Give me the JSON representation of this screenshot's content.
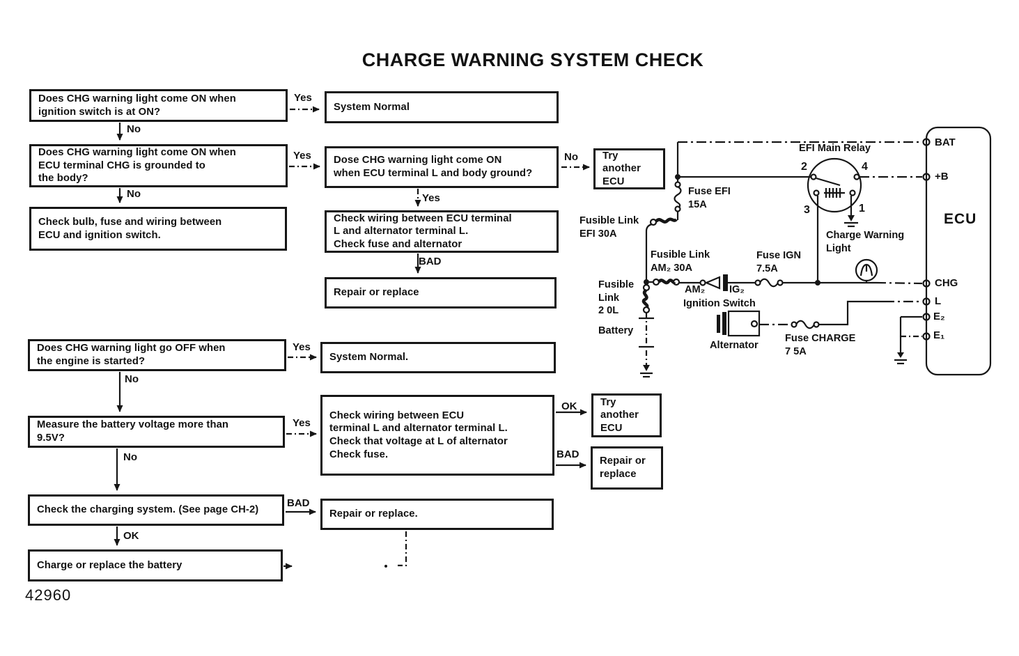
{
  "title": "CHARGE WARNING SYSTEM CHECK",
  "figure_number": "42960",
  "connector_labels": {
    "yes": "Yes",
    "no": "No",
    "ok": "OK",
    "bad": "BAD"
  },
  "flowchart": {
    "q_light_on_ignition": "Does CHG warning light come ON when\nignition switch is at ON?",
    "system_normal_1": "System Normal",
    "q_light_on_grounded": "Does CHG warning light come ON when\nECU terminal CHG is grounded to\nthe body?",
    "q_light_on_terminal_l": "Dose CHG warning light come ON\nwhen ECU terminal L and body ground?",
    "try_another_ecu_1": "Try another\nECU",
    "check_bulb_fuse_wiring": "Check bulb, fuse and wiring between\nECU and ignition switch.",
    "check_wiring_ecu_alt": "Check wiring between ECU terminal\nL and alternator terminal L.\nCheck fuse and alternator",
    "repair_or_replace_1": "Repair or replace",
    "q_light_off_started": "Does CHG warning light go OFF when\nthe engine is started?",
    "system_normal_2": "System Normal.",
    "q_battery_voltage": "Measure the battery voltage more than\n9.5V?",
    "check_wiring_voltage": "Check wiring between ECU\nterminal L and alternator terminal L.\nCheck that voltage at L of alternator\nCheck fuse.",
    "try_another_ecu_2": "Try another\nECU",
    "repair_or_replace_2": "Repair or\nreplace",
    "check_charging_system": "Check the charging system. (See page CH-2)",
    "repair_or_replace_3": "Repair or replace.",
    "charge_or_replace_battery": "Charge or replace the battery"
  },
  "circuit": {
    "efi_main_relay": "EFI Main Relay",
    "relay_pins": {
      "p2": "2",
      "p4": "4",
      "p3": "3",
      "p1": "1"
    },
    "fuse_efi": "Fuse EFI\n15A",
    "fusible_link_efi": "Fusible Link\nEFI 30A",
    "fusible_link_am2": "Fusible Link\nAM₂ 30A",
    "fuse_ign": "Fuse IGN\n7.5A",
    "am2": "AM₂",
    "ig2": "IG₂",
    "ignition_switch": "Ignition Switch",
    "fusible_link_20l": "Fusible\nLink\n2 0L",
    "battery": "Battery",
    "alternator": "Alternator",
    "fuse_charge": "Fuse CHARGE\n7 5A",
    "charge_warning_light": "Charge Warning\nLight",
    "ecu": "ECU",
    "terminals": {
      "bat": "BAT",
      "plus_b": "+B",
      "chg": "CHG",
      "l": "L",
      "e2": "E₂",
      "e1": "E₁"
    }
  }
}
